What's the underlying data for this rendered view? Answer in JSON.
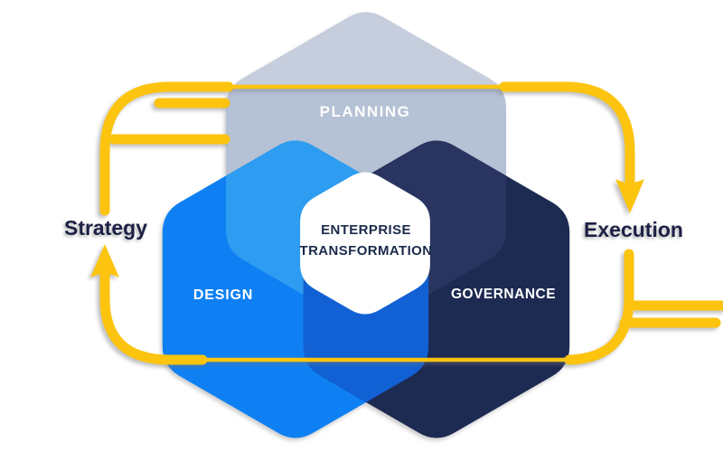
{
  "diagram": {
    "center": {
      "line1": "ENTERPRISE",
      "line2": "TRANSFORMATION"
    },
    "hexagons": [
      {
        "id": "planning",
        "label": "PLANNING"
      },
      {
        "id": "design",
        "label": "DESIGN"
      },
      {
        "id": "governance",
        "label": "GOVERNANCE"
      }
    ],
    "flow": {
      "left_label": "Strategy",
      "right_label": "Execution"
    },
    "colors": {
      "accent_yellow": "#FCC40F",
      "planning_gray": "#B5C1D4",
      "planning_gray_light": "#C6CEDD",
      "design_blue": "#0E80F4",
      "design_blue_overlap": "#2E9CF0",
      "governance_navy": "#1D2A52",
      "governance_navy_overlap": "#293560",
      "design_governance_overlap": "#1161D4",
      "center_white": "#FFFFFF",
      "label_navy": "#1D2145",
      "label_white": "#FFFFFF",
      "center_text": "#1A2B4A"
    }
  }
}
